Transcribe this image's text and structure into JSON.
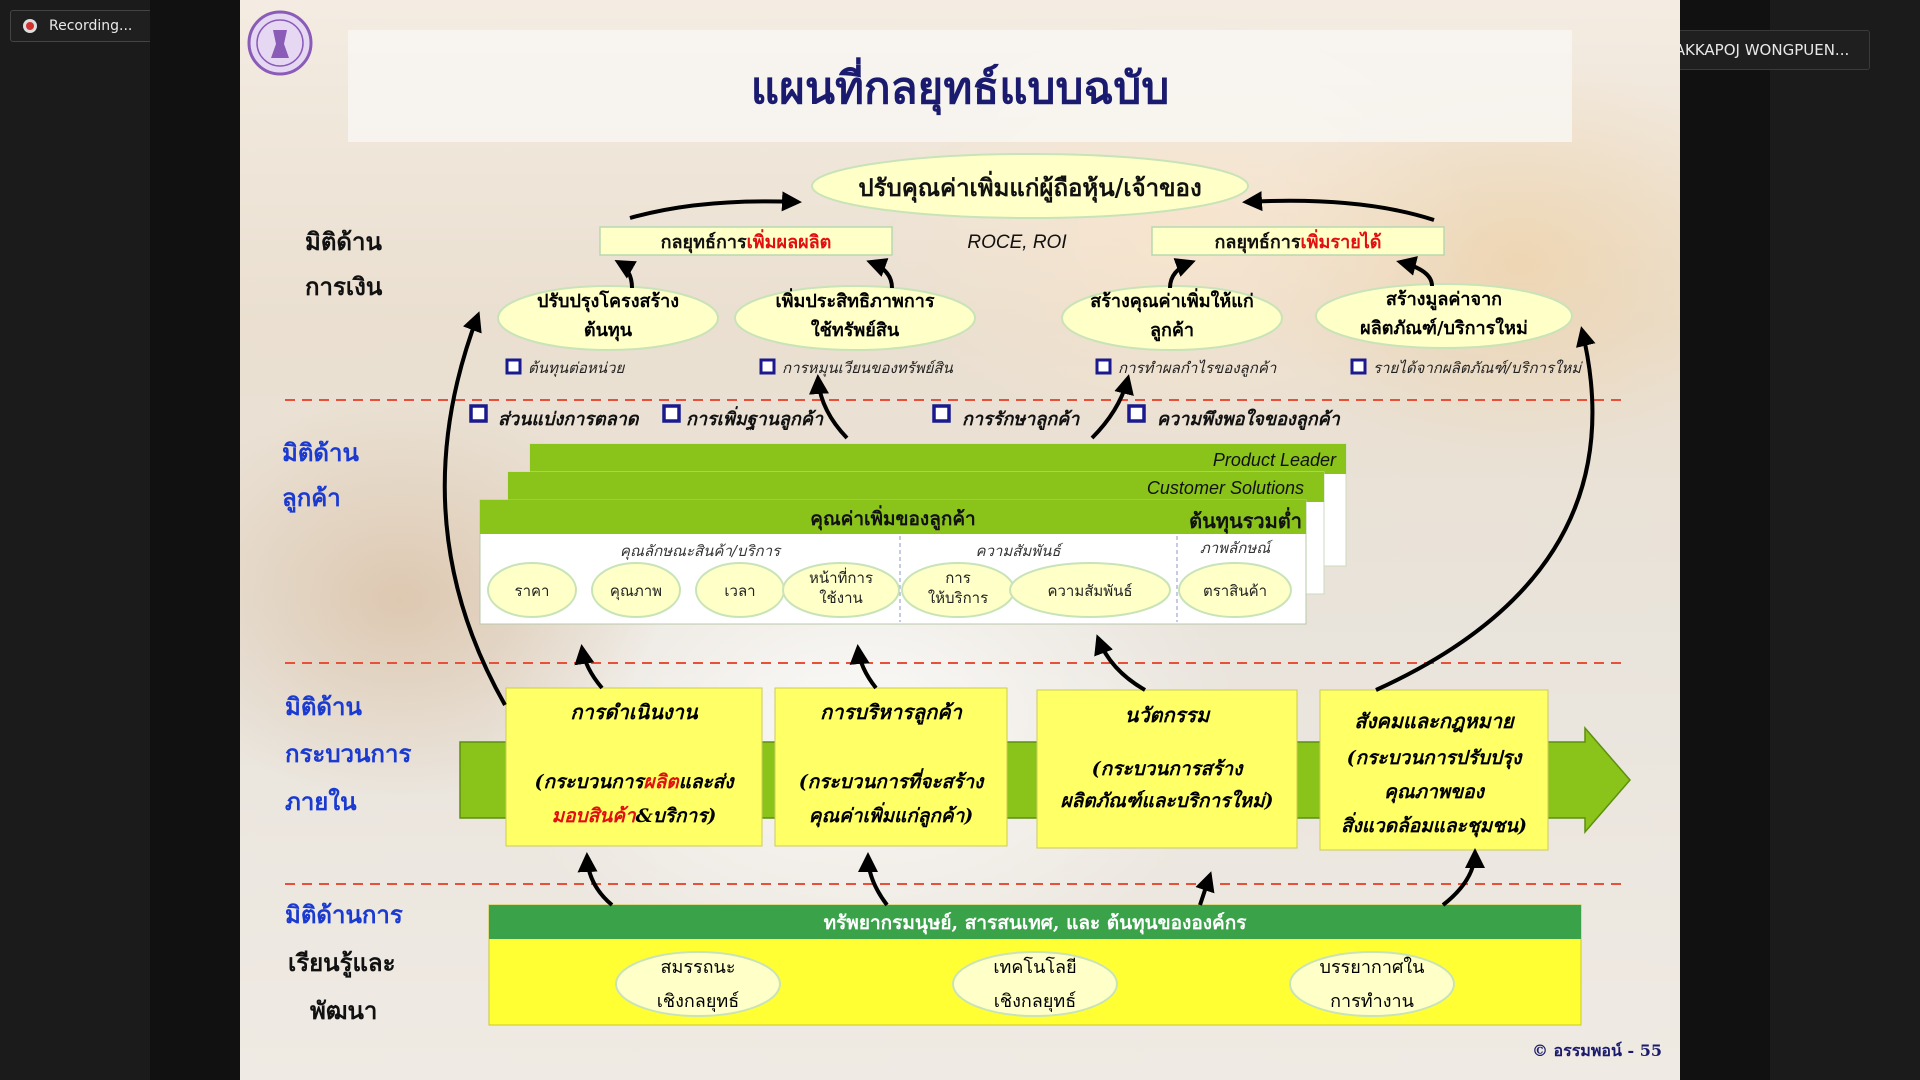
{
  "recording": {
    "label": "Recording..."
  },
  "talking": {
    "label": "Talking:  AKKAPOJ  WONGPUEN..."
  },
  "slide": {
    "title": "แผนที่กลยุทธ์แบบฉบับ",
    "footer": "© อรรมพอน์ - 55",
    "dimensions": {
      "financial": [
        "มิติด้าน",
        "การเงิน"
      ],
      "customer": [
        "มิติด้าน",
        "ลูกค้า"
      ],
      "internal": [
        "มิติด้าน",
        "กระบวนการ",
        "ภายใน"
      ],
      "learning": [
        "มิติด้านการ",
        "เรียนรู้และ",
        "พัฒนา"
      ]
    },
    "financial": {
      "top_goal": "ปรับคุณค่าเพิ่มแก่ผู้ถือหุ้น/เจ้าของ",
      "roce": "ROCE, ROI",
      "strat_left_prefix": "กลยุทธ์การ",
      "strat_left_highlight": "เพิ่มผลผลิต",
      "strat_right_prefix": "กลยุทธ์การ",
      "strat_right_highlight": "เพิ่มรายได้",
      "ovals": [
        [
          "ปรับปรุงโครงสร้าง",
          "ต้นทุน"
        ],
        [
          "เพิ่มประสิทธิภาพการ",
          "ใช้ทรัพย์สิน"
        ],
        [
          "สร้างคุณค่าเพิ่มให้แก่",
          "ลูกค้า"
        ],
        [
          "สร้างมูลค่าจาก",
          "ผลิตภัณฑ์/บริการใหม่"
        ]
      ],
      "measures": [
        "ต้นทุนต่อหน่วย",
        "การหมุนเวียนของทรัพย์สิน",
        "การทำผลกำไรของลูกค้า",
        "รายได้จากผลิตภัณฑ์/บริการใหม่"
      ]
    },
    "customer": {
      "measures": [
        "ส่วนแบ่งการตลาด",
        "การเพิ่มฐานลูกค้า",
        "การรักษาลูกค้า",
        "ความพึงพอใจของลูกค้า"
      ],
      "card_back": "Product Leader",
      "card_mid": "Customer Solutions",
      "card_front_title": "คุณค่าเพิ่มของลูกค้า",
      "card_front_right": "ต้นทุนรวมต่ำ",
      "groups": [
        "คุณลักษณะสินค้า/บริการ",
        "ความสัมพันธ์",
        "ภาพลักษณ์"
      ],
      "attributes": [
        "ราคา",
        "คุณภาพ",
        "เวลา",
        "หน้าที่การ|ใช้งาน",
        "การ|ให้บริการ",
        "ความสัมพันธ์",
        "ตราสินค้า"
      ]
    },
    "internal": {
      "boxes": [
        {
          "title": "การดำเนินงาน",
          "lines": [
            "(กระบวนการ|ผลิต|และส่ง",
            "|มอบสินค้า|&บริการ)"
          ]
        },
        {
          "title": "การบริหารลูกค้า",
          "lines": [
            "(กระบวนการที่จะสร้าง",
            "คุณค่าเพิ่มแก่ลูกค้า)"
          ]
        },
        {
          "title": "นวัตกรรม",
          "lines": [
            "(กระบวนการสร้าง",
            "ผลิตภัณฑ์และบริการใหม่)"
          ]
        },
        {
          "title": "สังคมและกฎหมาย",
          "lines": [
            "(กระบวนการปรับปรุง",
            "คุณภาพของ",
            "สิ่งแวดล้อมและชุมชน)"
          ]
        }
      ]
    },
    "learning": {
      "header": "ทรัพยากรมนุษย์, สารสนเทศ, และ ต้นทุนขององค์กร",
      "ovals": [
        [
          "สมรรถนะ",
          "เชิงกลยุทธ์"
        ],
        [
          "เทคโนโลยี",
          "เชิงกลยุทธ์"
        ],
        [
          "บรรยากาศใน",
          "การทำงาน"
        ]
      ]
    }
  },
  "colors": {
    "title_navy": "#1a1a6e",
    "dimension_blue": "#1a3ad0",
    "highlight_red": "#e01010",
    "green_bar": "#8ac31a",
    "yellow_box": "#ffff66",
    "oval_fill": "#ffffc8",
    "dashed_red": "#e8503a"
  }
}
